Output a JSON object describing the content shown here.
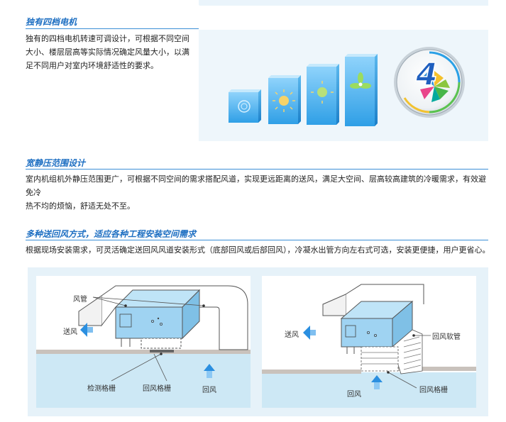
{
  "sections": [
    {
      "title": "独有四档电机",
      "body_lines": [
        "独有的四档电机转速可调设计，可根据不同空间",
        "大小、楼层层高等实际情况确定风量大小，以满",
        "足不同用户对室内环境舒适性的要求。"
      ]
    },
    {
      "title": "宽静压范围设计",
      "body_lines": [
        "室内机组机外静压范围更广，可根据不同空间的需求搭配风道，实现更远距离的送风，满足大空间、层高较高建筑的冷暖需求，有效避免冷",
        "热不均的烦恼，舒适无处不至。"
      ]
    },
    {
      "title": "多种送回风方式，适应各种工程安装空间需求",
      "body_lines": [
        "根据现场安装需求，可灵活确定送回风风道安装形式（底部回风或后部回风），冷凝水出管方向左右式可选，安装更便捷，用户更省心。"
      ]
    }
  ],
  "motor_badge": {
    "digit": "4"
  },
  "diagram_left": {
    "labels": {
      "duct": "风管",
      "supply": "送风",
      "inspect_grille": "检测格栅",
      "return_grille": "回风格栅",
      "return_air": "回风"
    }
  },
  "diagram_right": {
    "labels": {
      "supply": "送风",
      "soft_duct": "回风软管",
      "return_air": "回风",
      "return_grille": "回风格栅"
    }
  },
  "colors": {
    "title_blue": "#1e6fc2",
    "accent_blue": "#3b8fd6",
    "unit_blue": "#9fd3f2",
    "arrow_blue": "#2b8fe0"
  }
}
